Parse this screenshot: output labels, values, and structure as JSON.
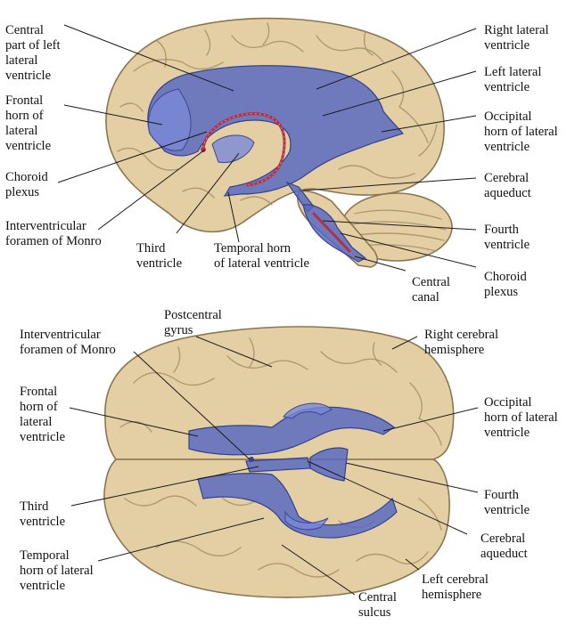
{
  "top_view": {
    "labels": {
      "central_part": [
        "Central",
        "part of left",
        "lateral",
        "ventricle"
      ],
      "frontal_horn": [
        "Frontal",
        "horn of",
        "lateral",
        "ventricle"
      ],
      "choroid_plexus_left": [
        "Choroid",
        "plexus"
      ],
      "interventricular_foramen": [
        "Interventricular",
        "foramen of Monro"
      ],
      "third_ventricle": [
        "Third",
        "ventricle"
      ],
      "temporal_horn": [
        "Temporal horn",
        "of  lateral ventricle"
      ],
      "right_lateral_ventricle": [
        "Right lateral",
        "ventricle"
      ],
      "left_lateral_ventricle": [
        "Left lateral",
        "ventricle"
      ],
      "occipital_horn": [
        "Occipital",
        "horn of lateral",
        "ventricle"
      ],
      "cerebral_aqueduct": [
        "Cerebral",
        "aqueduct"
      ],
      "fourth_ventricle": [
        "Fourth",
        "ventricle"
      ],
      "choroid_plexus_right": [
        "Choroid",
        "plexus"
      ],
      "central_canal": [
        "Central",
        "canal"
      ]
    }
  },
  "bottom_view": {
    "labels": {
      "postcentral_gyrus": [
        "Postcentral",
        "gyrus"
      ],
      "interventricular_foramen": [
        "Interventricular",
        "foramen of Monro"
      ],
      "frontal_horn": [
        "Frontal",
        "horn of",
        "lateral",
        "ventricle"
      ],
      "third_ventricle": [
        "Third",
        "ventricle"
      ],
      "temporal_horn": [
        "Temporal",
        "horn of lateral",
        "ventricle"
      ],
      "central_sulcus": [
        "Central",
        "sulcus"
      ],
      "right_cerebral_hemisphere": [
        "Right cerebral",
        "hemisphere"
      ],
      "occipital_horn": [
        "Occipital",
        "horn of lateral",
        "ventricle"
      ],
      "fourth_ventricle": [
        "Fourth",
        "ventricle"
      ],
      "cerebral_aqueduct": [
        "Cerebral",
        "aqueduct"
      ],
      "left_cerebral_hemisphere": [
        "Left cerebral",
        "hemisphere"
      ]
    }
  },
  "colors": {
    "brain": "#e3cfa3",
    "ventricle": "#5566c2",
    "choroid_plexus": "#b0314a",
    "leader_line": "#1a1a1a"
  }
}
